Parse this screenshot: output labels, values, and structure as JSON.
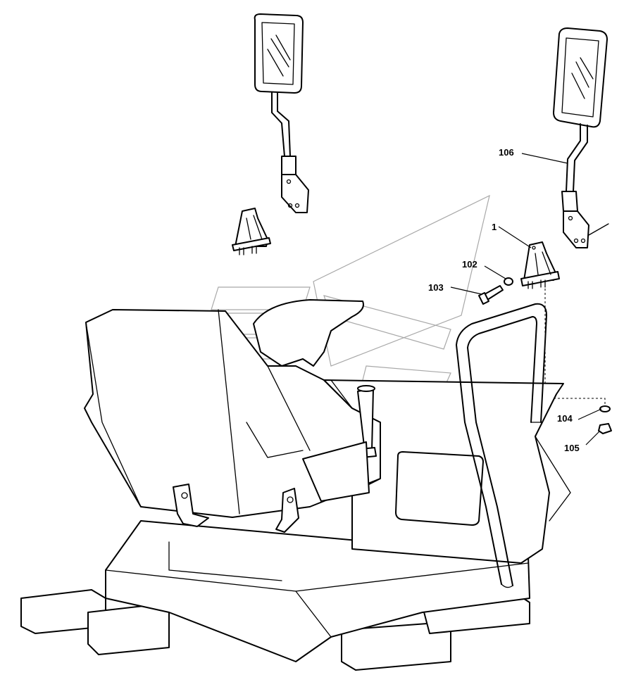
{
  "callouts": [
    {
      "id": "106",
      "text": "106"
    },
    {
      "id": "1",
      "text": "1"
    },
    {
      "id": "102",
      "text": "102"
    },
    {
      "id": "103",
      "text": "103"
    },
    {
      "id": "104",
      "text": "104"
    },
    {
      "id": "105",
      "text": "105"
    }
  ]
}
